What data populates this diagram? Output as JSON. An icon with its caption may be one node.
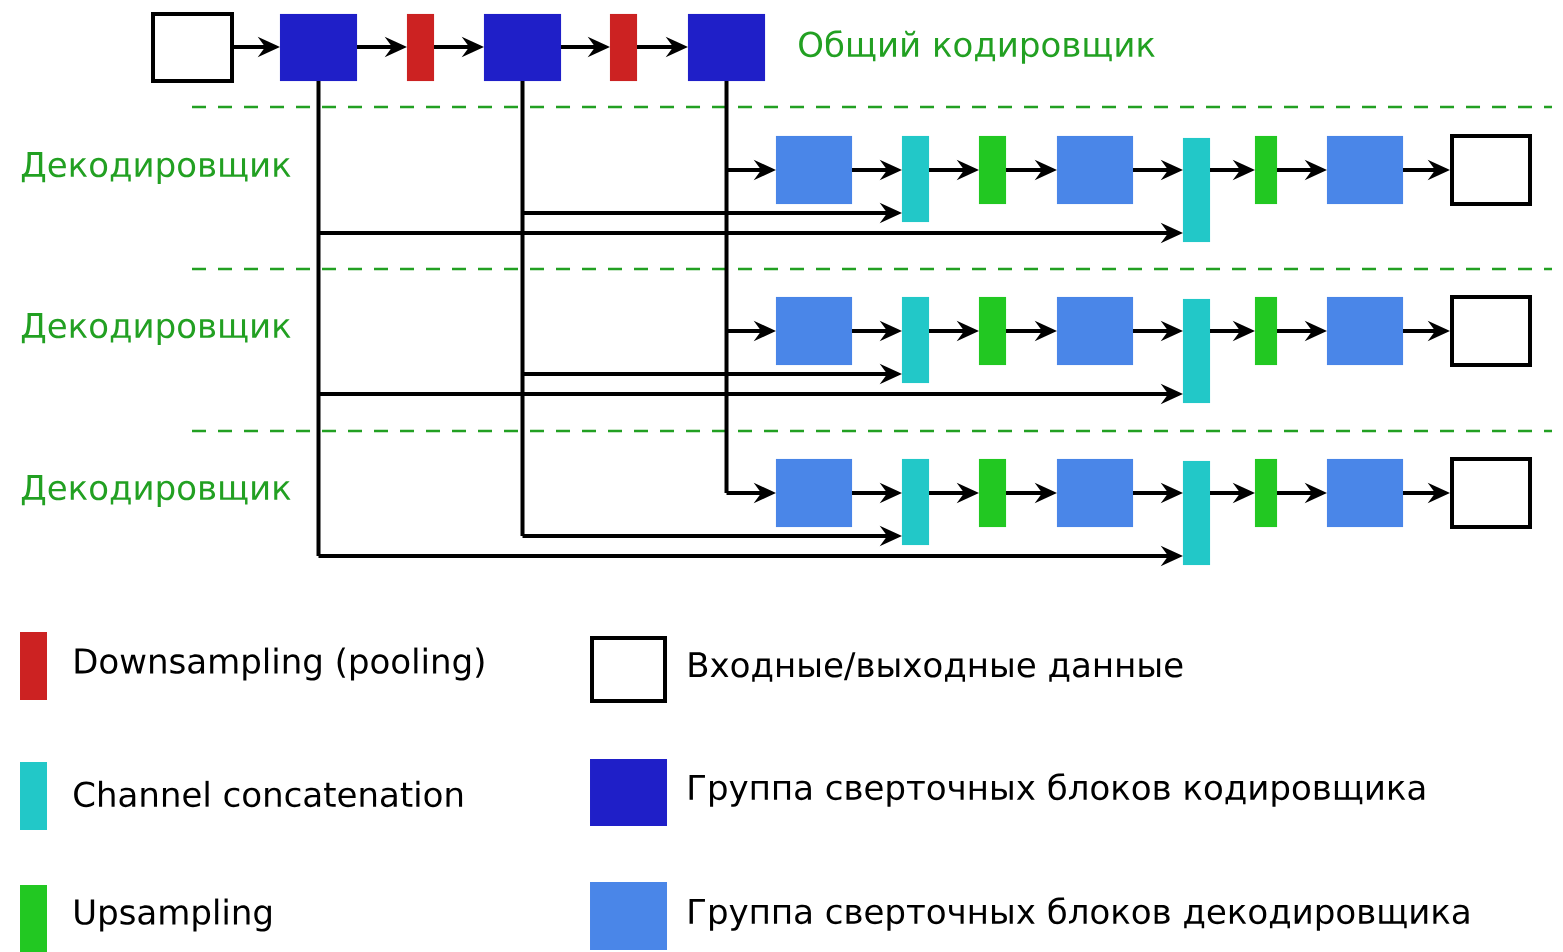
{
  "diagram": {
    "nodes": [
      {
        "text": [],
        "shape": "box"
      },
      {
        "text": [],
        "shape": "box"
      },
      {
        "text": [],
        "shape": "bar"
      },
      {
        "text": [],
        "shape": "box"
      },
      {
        "text": [],
        "shape": "bar"
      },
      {
        "text": [],
        "shape": "box"
      },
      {
        "text": [],
        "shape": "box"
      },
      {
        "text": [],
        "shape": "bar"
      },
      {
        "text": [],
        "shape": "bar"
      },
      {
        "text": [],
        "shape": "box"
      },
      {
        "text": [],
        "shape": "bar"
      },
      {
        "text": [],
        "shape": "bar"
      },
      {
        "text": [],
        "shape": "box"
      },
      {
        "text": [],
        "shape": "box"
      },
      {
        "text": [],
        "shape": "box"
      },
      {
        "text": [],
        "shape": "bar"
      },
      {
        "text": [],
        "shape": "bar"
      },
      {
        "text": [],
        "shape": "box"
      },
      {
        "text": [],
        "shape": "bar"
      },
      {
        "text": [],
        "shape": "bar"
      },
      {
        "text": [],
        "shape": "box"
      },
      {
        "text": [],
        "shape": "box"
      },
      {
        "text": [],
        "shape": "box"
      },
      {
        "text": [],
        "shape": "bar"
      },
      {
        "text": [],
        "shape": "bar"
      },
      {
        "text": [],
        "shape": "box"
      },
      {
        "text": [],
        "shape": "bar"
      },
      {
        "text": [],
        "shape": "bar"
      },
      {
        "text": [],
        "shape": "box"
      },
      {
        "text": [],
        "shape": "box"
      }
    ],
    "edges": [
      {
        "from": 0,
        "to": 1,
        "arrow": "to"
      },
      {
        "from": 1,
        "to": 2,
        "arrow": "to"
      },
      {
        "from": 2,
        "to": 3,
        "arrow": "to"
      },
      {
        "from": 3,
        "to": 4,
        "arrow": "to"
      },
      {
        "from": 4,
        "to": 5,
        "arrow": "to"
      },
      {
        "from": 6,
        "to": 7,
        "arrow": "to"
      },
      {
        "from": 7,
        "to": 8,
        "arrow": "to"
      },
      {
        "from": 8,
        "to": 9,
        "arrow": "to"
      },
      {
        "from": 9,
        "to": 10,
        "arrow": "to"
      },
      {
        "from": 10,
        "to": 11,
        "arrow": "to"
      },
      {
        "from": 11,
        "to": 12,
        "arrow": "to"
      },
      {
        "from": 12,
        "to": 13,
        "arrow": "to"
      },
      {
        "from": 5,
        "to": 6,
        "arrow": "to"
      },
      {
        "from": 3,
        "to": 7,
        "arrow": "to"
      },
      {
        "from": 1,
        "to": 10,
        "arrow": "to"
      },
      {
        "from": 14,
        "to": 15,
        "arrow": "to"
      },
      {
        "from": 15,
        "to": 16,
        "arrow": "to"
      },
      {
        "from": 16,
        "to": 17,
        "arrow": "to"
      },
      {
        "from": 17,
        "to": 18,
        "arrow": "to"
      },
      {
        "from": 18,
        "to": 19,
        "arrow": "to"
      },
      {
        "from": 19,
        "to": 20,
        "arrow": "to"
      },
      {
        "from": 20,
        "to": 21,
        "arrow": "to"
      },
      {
        "from": 5,
        "to": 14,
        "arrow": "to"
      },
      {
        "from": 3,
        "to": 15,
        "arrow": "to"
      },
      {
        "from": 1,
        "to": 18,
        "arrow": "to"
      },
      {
        "from": 22,
        "to": 23,
        "arrow": "to"
      },
      {
        "from": 23,
        "to": 24,
        "arrow": "to"
      },
      {
        "from": 24,
        "to": 25,
        "arrow": "to"
      },
      {
        "from": 25,
        "to": 26,
        "arrow": "to"
      },
      {
        "from": 26,
        "to": 27,
        "arrow": "to"
      },
      {
        "from": 27,
        "to": 28,
        "arrow": "to"
      },
      {
        "from": 28,
        "to": 29,
        "arrow": "to"
      },
      {
        "from": 5,
        "to": 22,
        "arrow": "to"
      },
      {
        "from": 3,
        "to": 23,
        "arrow": "to"
      },
      {
        "from": 1,
        "to": 26,
        "arrow": "to"
      }
    ],
    "labels": [
      "Общий кодировщик",
      "Декодировщик",
      "Декодировщик",
      "Декодировщик"
    ],
    "legend": [
      {
        "text": "Downsampling (pooling)",
        "color": "#cc2222"
      },
      {
        "text": "Channel concatenation",
        "color": "#22c8c8"
      },
      {
        "text": "Upsampling",
        "color": "#22c822"
      },
      {
        "text": "Входные/выходные данные"
      },
      {
        "text": "Группа сверточных блоков кодировщика",
        "color": "#1f1fc8"
      },
      {
        "text": "Группа сверточных блоков декодировщика",
        "color": "#4a86e8"
      }
    ]
  }
}
